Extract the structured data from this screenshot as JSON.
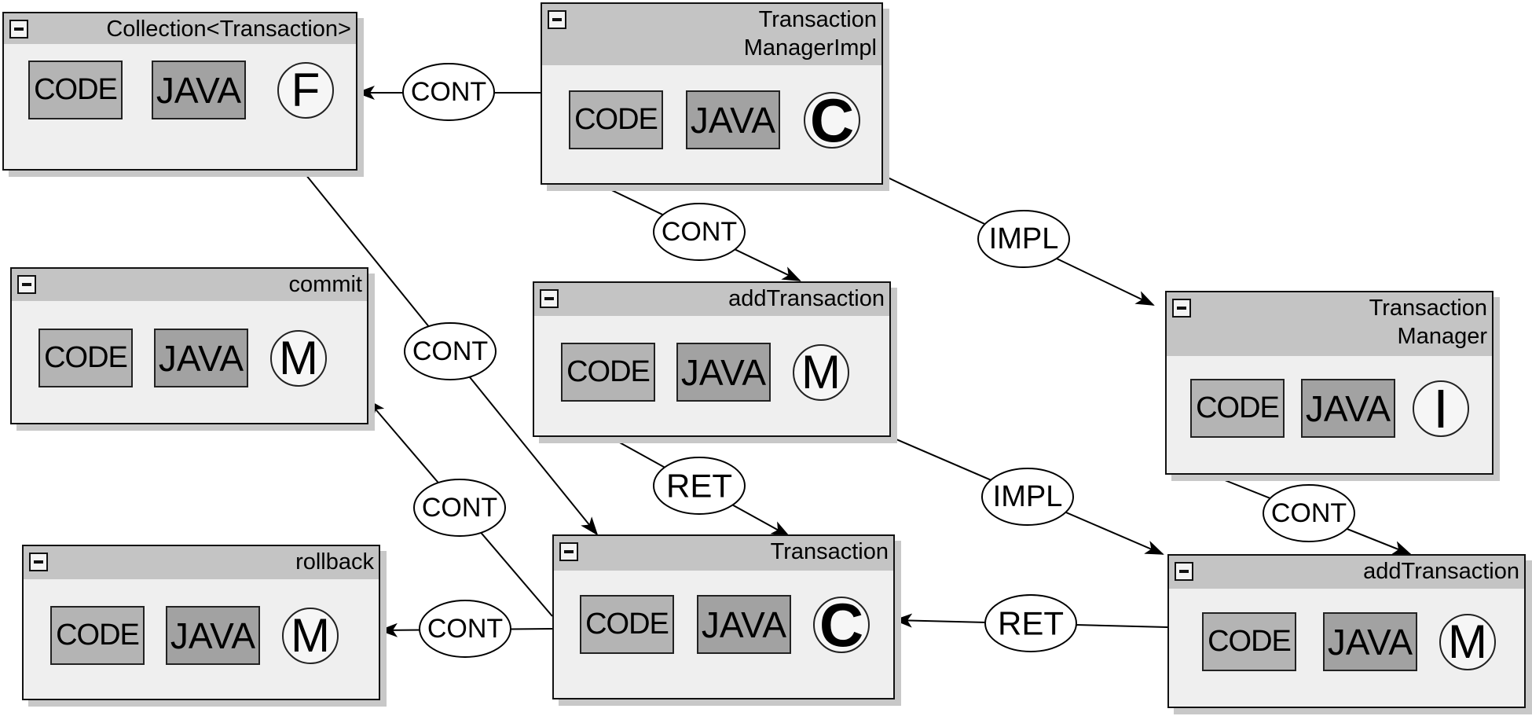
{
  "labels": {
    "collapse": "−",
    "code": "CODE",
    "java": "JAVA"
  },
  "nodes": [
    {
      "id": "collection-transaction",
      "title": "Collection<Transaction>",
      "kind": "F"
    },
    {
      "id": "transaction-manager-impl",
      "title": "Transaction\nManagerImpl",
      "kind": "C"
    },
    {
      "id": "commit",
      "title": "commit",
      "kind": "M"
    },
    {
      "id": "add-transaction-impl",
      "title": "addTransaction",
      "kind": "M"
    },
    {
      "id": "transaction-manager",
      "title": "Transaction\nManager",
      "kind": "I"
    },
    {
      "id": "rollback",
      "title": "rollback",
      "kind": "M"
    },
    {
      "id": "transaction",
      "title": "Transaction",
      "kind": "C"
    },
    {
      "id": "add-transaction-interface",
      "title": "addTransaction",
      "kind": "M"
    }
  ],
  "edges": [
    {
      "from": "transaction-manager-impl",
      "to": "collection-transaction",
      "label": "CONT"
    },
    {
      "from": "transaction-manager-impl",
      "to": "add-transaction-impl",
      "label": "CONT"
    },
    {
      "from": "transaction-manager-impl",
      "to": "transaction-manager",
      "label": "IMPL"
    },
    {
      "from": "collection-transaction",
      "to": "transaction",
      "label": "CONT"
    },
    {
      "from": "transaction",
      "to": "commit",
      "label": "CONT"
    },
    {
      "from": "add-transaction-impl",
      "to": "transaction",
      "label": "RET"
    },
    {
      "from": "add-transaction-impl",
      "to": "add-transaction-interface",
      "label": "IMPL"
    },
    {
      "from": "transaction-manager",
      "to": "add-transaction-interface",
      "label": "CONT"
    },
    {
      "from": "transaction",
      "to": "rollback",
      "label": "CONT"
    },
    {
      "from": "add-transaction-interface",
      "to": "transaction",
      "label": "RET"
    }
  ]
}
